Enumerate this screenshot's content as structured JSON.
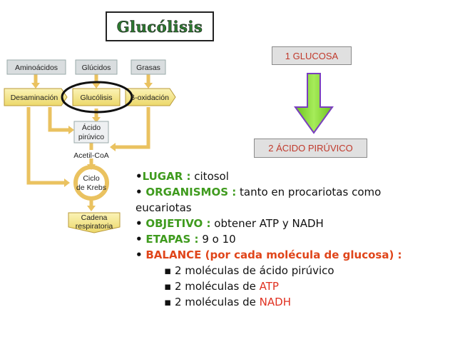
{
  "title": "Glucólisis",
  "tags": {
    "glucosa": "1 GLUCOSA",
    "piruvico": "2 ÁCIDO PIRÚVICO"
  },
  "pathway": {
    "aminoacidos": "Aminoácidos",
    "glucidos": "Glúcidos",
    "grasas": "Grasas",
    "desaminacion": "Desaminación",
    "glucolisis": "Glucólisis",
    "beta_oxidacion": "β-oxidación",
    "acido_piruvico_1": "Ácido",
    "acido_piruvico_2": "pirúvico",
    "acetil_coa": "Acetil-CoA",
    "ciclo_1": "Ciclo",
    "ciclo_2": "de Krebs",
    "cadena_1": "Cadena",
    "cadena_2": "respiratoria"
  },
  "bullets": {
    "bullet_symbol": "•",
    "lugar_label": "LUGAR :",
    "lugar_value": " citosol",
    "organismos_label": "ORGANISMOS :",
    "organismos_value_1": " tanto en procariotas como",
    "organismos_value_2": "eucariotas",
    "objetivo_label": "OBJETIVO :",
    "objetivo_value": " obtener ATP y NADH",
    "etapas_label": "ETAPAS :",
    "etapas_value": " 9 o 10",
    "balance_label": "BALANCE (por cada molécula de glucosa) :",
    "sub_bullet_symbol": "▪",
    "sub1": " 2 moléculas de ácido pirúvico",
    "sub2_prefix": " 2 moléculas de ",
    "sub2_highlight": "ATP",
    "sub3_prefix": " 2 moléculas de ",
    "sub3_highlight": "NADH"
  },
  "colors": {
    "title_green": "#2d7a30",
    "label_green": "#3f9b1e",
    "label_red": "#e0451a",
    "arrow_green": "#7ed321",
    "arrow_border": "#7a3fbf",
    "box_fill": "#f7ec8a",
    "connector": "#e8b84a"
  }
}
